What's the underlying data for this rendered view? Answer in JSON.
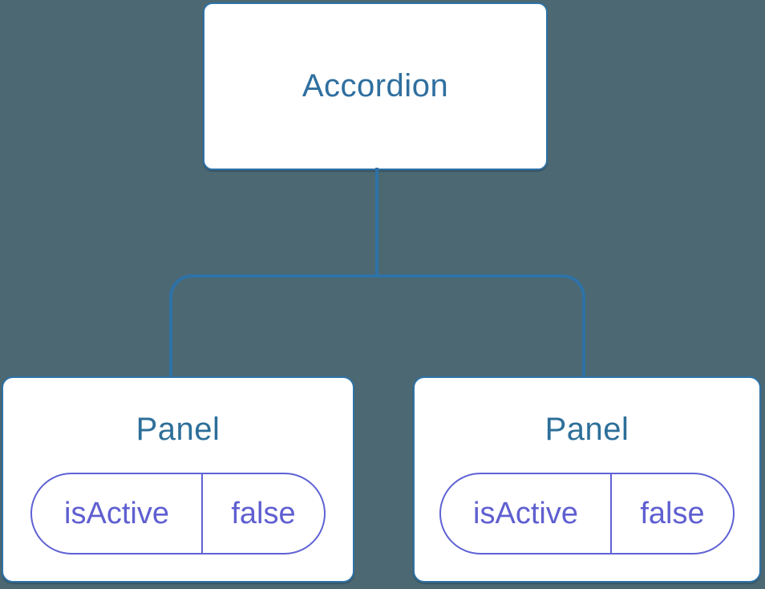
{
  "diagram": {
    "type": "component-tree",
    "colors": {
      "background": "#4c6872",
      "connector_line": "#2e72a7",
      "node_background": "#ffffff",
      "node_border": "#2e72a7",
      "node_title_text": "#2f6f9f",
      "pill_border": "#5f62d4",
      "pill_text": "#5f5fd1"
    },
    "root": {
      "label": "Accordion"
    },
    "children": [
      {
        "label": "Panel",
        "state": {
          "key": "isActive",
          "value": "false"
        }
      },
      {
        "label": "Panel",
        "state": {
          "key": "isActive",
          "value": "false"
        }
      }
    ]
  }
}
